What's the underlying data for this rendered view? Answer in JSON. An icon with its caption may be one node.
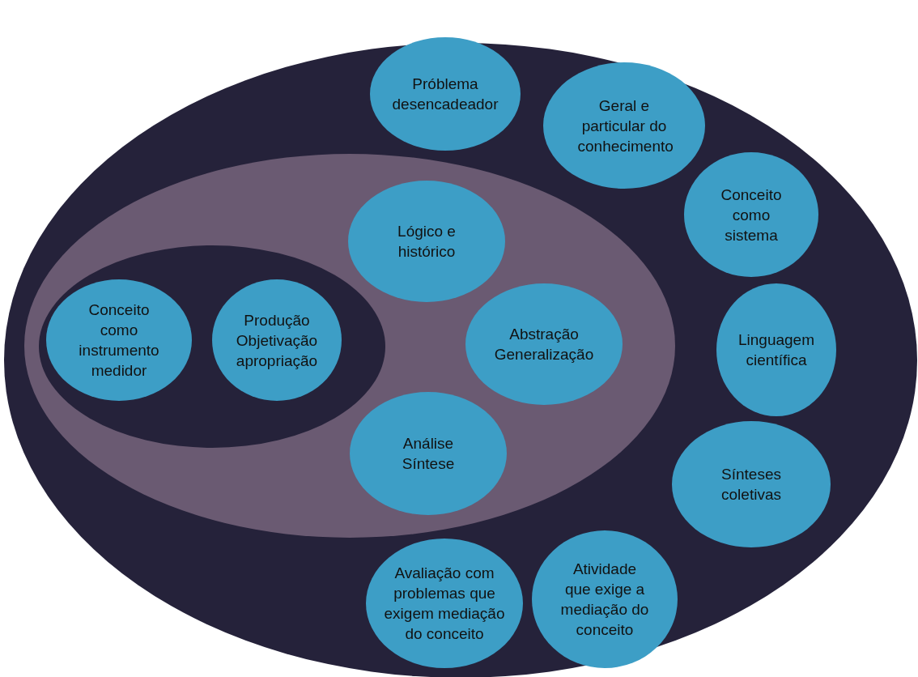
{
  "diagram": {
    "nodes": [
      {
        "text": [],
        "shape": "ellipse"
      },
      {
        "text": [
          "Próblema desencadeador"
        ],
        "in": 0
      },
      {
        "text": [
          "Geral e particular do conhecimento"
        ],
        "in": 0
      },
      {
        "text": [
          "Conceito como sistema"
        ],
        "in": 0
      },
      {
        "text": [],
        "shape": "ellipse",
        "in": 0
      },
      {
        "text": [
          "Lógico e histórico"
        ],
        "in": 4
      },
      {
        "text": [],
        "shape": "ellipse",
        "in": 4
      },
      {
        "text": [
          "Conceito como instrumento medidor"
        ],
        "in": 6
      },
      {
        "text": [
          "Produção Objetivação apropriação"
        ],
        "in": 6
      },
      {
        "text": [
          "Abstração Generalização"
        ],
        "in": 4
      },
      {
        "text": [
          "Linguagem científica"
        ],
        "in": 0
      },
      {
        "text": [
          "Análise Síntese"
        ],
        "in": 4
      },
      {
        "text": [
          "Sínteses coletivas"
        ],
        "in": 0
      },
      {
        "text": [
          "Avaliação com problemas que exigem mediação do conceito"
        ],
        "in": 0
      },
      {
        "text": [
          "Atividade que exige a mediação do conceito"
        ],
        "in": 0
      }
    ]
  }
}
